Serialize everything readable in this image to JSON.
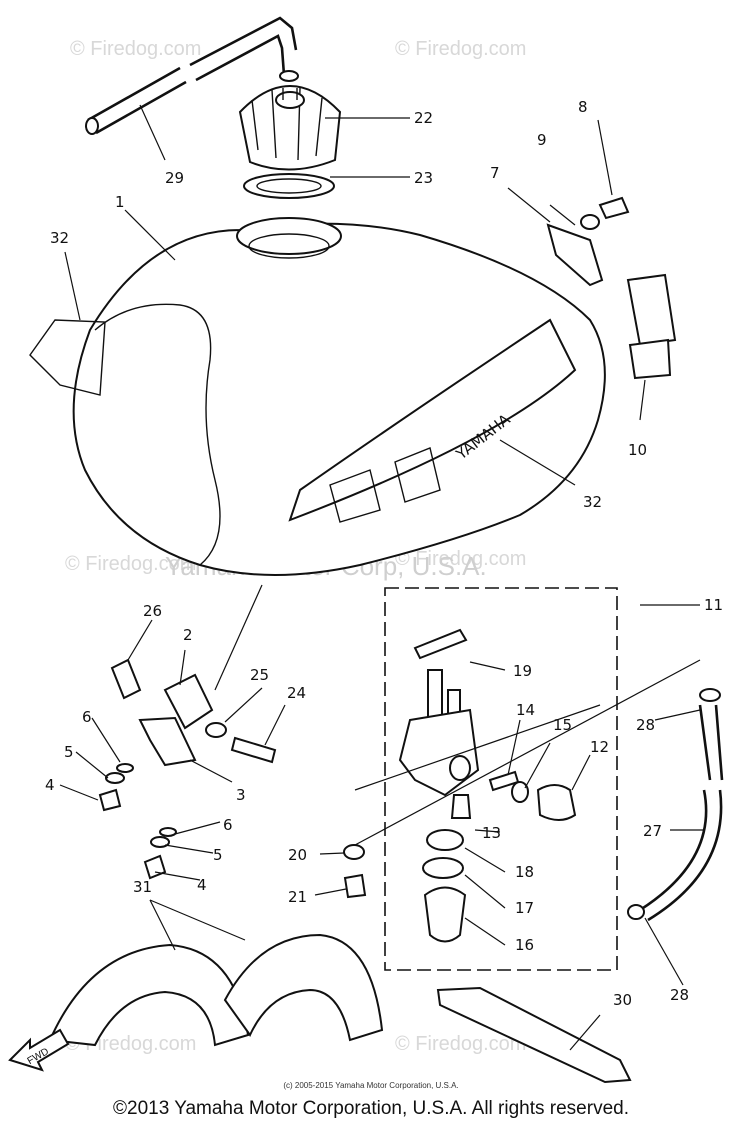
{
  "watermarks": {
    "site": "© Firedog.com",
    "center": "Yamaha Motor Corp, U.S.A."
  },
  "labels": {
    "p1": "1",
    "p2": "2",
    "p3": "3",
    "p4a": "4",
    "p4b": "4",
    "p5a": "5",
    "p5b": "5",
    "p6a": "6",
    "p6b": "6",
    "p7": "7",
    "p8": "8",
    "p9": "9",
    "p10": "10",
    "p11": "11",
    "p12": "12",
    "p13": "13",
    "p14": "14",
    "p15": "15",
    "p16": "16",
    "p17": "17",
    "p18": "18",
    "p19": "19",
    "p20": "20",
    "p21": "21",
    "p22": "22",
    "p23": "23",
    "p24": "24",
    "p25": "25",
    "p26": "26",
    "p27": "27",
    "p28a": "28",
    "p28b": "28",
    "p29": "29",
    "p30": "30",
    "p31": "31",
    "p32a": "32",
    "p32b": "32"
  },
  "tank_decal": "YAMAHA",
  "fwd_arrow": "FWD",
  "small_copyright": "(c) 2005-2015 Yamaha Motor Corporation, U.S.A.",
  "footer": "©2013 Yamaha Motor Corporation, U.S.A. All rights reserved."
}
